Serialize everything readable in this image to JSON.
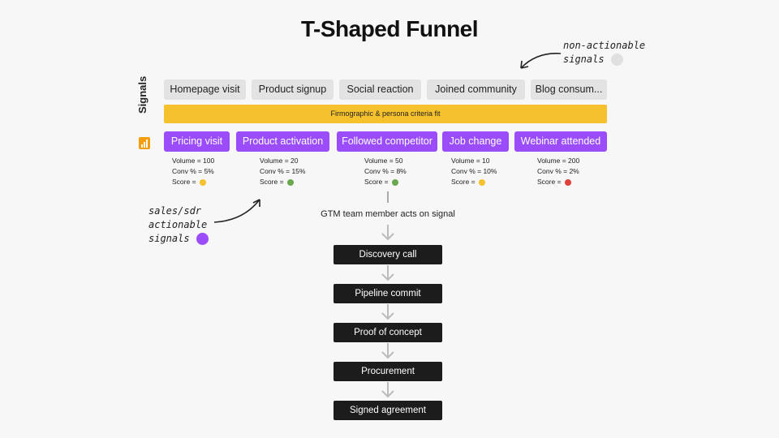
{
  "title": "T-Shaped Funnel",
  "annotations": {
    "non_actionable_line1": "non-actionable",
    "non_actionable_line2": "signals",
    "actionable_line1": "sales/sdr",
    "actionable_line2": "actionable",
    "actionable_line3": "signals"
  },
  "side_label": "Signals",
  "non_actionable_signals": [
    "Homepage visit",
    "Product signup",
    "Social reaction",
    "Joined community",
    "Blog consum..."
  ],
  "criteria_bar": "Firmographic & persona criteria fit",
  "actionable_signals": [
    {
      "label": "Pricing visit",
      "volume": "Volume = 100",
      "conv": "Conv % = 5%",
      "score": "Score =",
      "score_color": "#f5c22e"
    },
    {
      "label": "Product activation",
      "volume": "Volume = 20",
      "conv": "Conv % = 15%",
      "score": "Score =",
      "score_color": "#6aa84f"
    },
    {
      "label": "Followed competitor",
      "volume": "Volume = 50",
      "conv": "Conv % = 8%",
      "score": "Score =",
      "score_color": "#6aa84f"
    },
    {
      "label": "Job change",
      "volume": "Volume = 10",
      "conv": "Conv % = 10%",
      "score": "Score =",
      "score_color": "#f5c22e"
    },
    {
      "label": "Webinar attended",
      "volume": "Volume = 200",
      "conv": "Conv % = 2%",
      "score": "Score =",
      "score_color": "#e0413a"
    }
  ],
  "gtm_text": "GTM team member acts on signal",
  "funnel_steps": [
    "Discovery call",
    "Pipeline commit",
    "Proof of concept",
    "Procurement",
    "Signed agreement"
  ],
  "colors": {
    "purple": "#9b4dfb",
    "yellow": "#f5c22e",
    "gray_chip": "#e3e3e3",
    "step_bg": "#1c1c1c"
  }
}
